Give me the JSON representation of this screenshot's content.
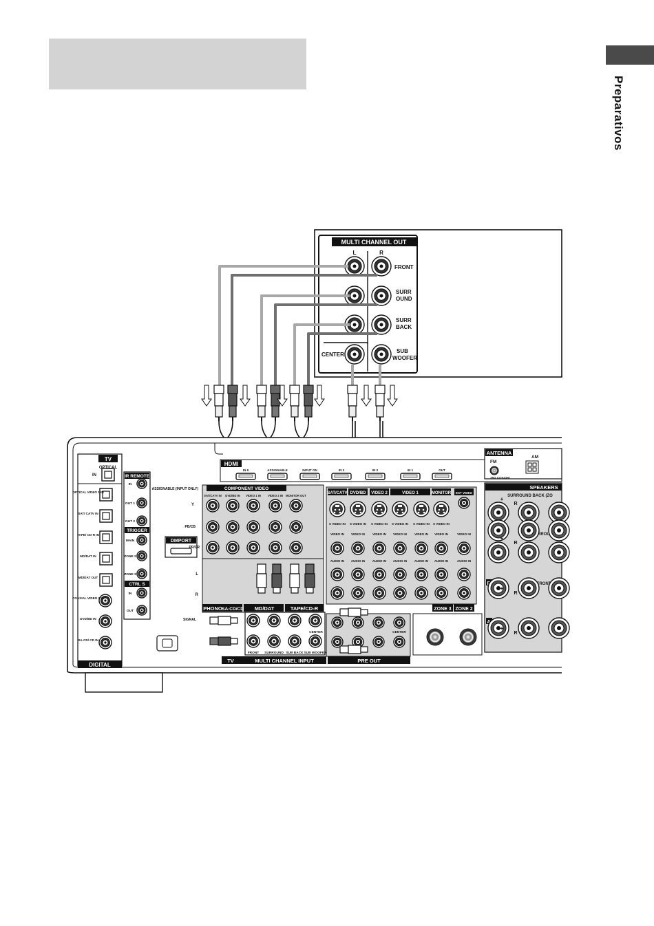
{
  "side_label": "Preparativos",
  "source": {
    "header": "MULTI CHANNEL OUT",
    "col_left": "L",
    "col_right": "R",
    "rows": [
      "FRONT",
      "SURR\nOUND",
      "SURR\nBACK"
    ],
    "center": "CENTER",
    "sub": "SUB\nWOOFER"
  },
  "receiver": {
    "tv_box": "TV",
    "optical": "OPTICAL",
    "in": "IN",
    "digital_inputs": [
      "OPTICAL VIDEO 1 IN",
      "SAT/ CATV IN",
      "TAPE/ CD-R IN",
      "MD/DAT IN",
      "MD/DAT OUT",
      "COAXIAL VIDEO 2 IN",
      "DVD/BD IN",
      "SA-CD/ CD IN"
    ],
    "assignable_note": "ASSIGNABLE (INPUT ONLY)",
    "digital": "DIGITAL",
    "ir_remote": "IR REMOTE",
    "ir_ports": [
      "IN",
      "OUT 1",
      "OUT 2"
    ],
    "trigger": "TRIGGER",
    "trigger_ports": [
      "MAIN",
      "ZONE 2",
      "ZONE 3"
    ],
    "trigger_out": "OUT",
    "ctrl_s": "CTRL S",
    "ctrl_ports": [
      "IN",
      "OUT"
    ],
    "hdmi": "HDMI",
    "hdmi_inputs": [
      "IN 6",
      "ASSIGNABLE",
      "INPUT ON",
      "IN 3",
      "IN 2",
      "IN 1",
      "OUT"
    ],
    "dmport": "DMPORT",
    "component_video": "COMPONENT VIDEO",
    "component_cols": [
      "SAT/CATV IN",
      "DVD/BD IN",
      "VIDEO 1 IN",
      "VIDEO 2 IN",
      "MONITOR OUT"
    ],
    "component_rows": [
      "Y",
      "PB/CB",
      "PR/CR"
    ],
    "audio_sections": [
      "PHONO",
      "SA-CD/CD",
      "MD/DAT",
      "TAPE/CD-R"
    ],
    "audio_lr": [
      "L",
      "R"
    ],
    "in_out": [
      "IN",
      "OUT"
    ],
    "video_sections": [
      "SAT/CATV",
      "DVD/BD",
      "VIDEO 2",
      "VIDEO 1",
      "MONITOR",
      "EXT VIDEO"
    ],
    "video_rows": [
      "S VIDEO IN",
      "VIDEO IN",
      "AUDIO IN"
    ],
    "zones": [
      "ZONE 3",
      "ZONE 2"
    ],
    "multi_channel_input": "MULTI CHANNEL INPUT",
    "mci_cols": [
      "FRONT",
      "SURROUND",
      "SUB BACK",
      "SUB WOOFER"
    ],
    "center": "CENTER",
    "pre_out": "PRE OUT",
    "tv_bottom": "TV",
    "antenna": "ANTENNA",
    "am": "AM",
    "fm": "FM",
    "fm_coax": "75Ω COAXIAL",
    "speakers": "SPEAKERS",
    "speaker_groups": [
      "SURROUND BACK (ZO",
      "SURROUND",
      "FRONT"
    ],
    "speaker_ab": [
      "B",
      "A"
    ],
    "plus": "+",
    "minus": "–",
    "r": "R",
    "signal": "SIGNAL",
    "ext_video": "EXT VIDEO"
  },
  "colors": {
    "cable_light": "#a8a8a8",
    "cable_dark": "#6e6e6e",
    "panel": "#d6d6d6",
    "label_bg": "#111111"
  }
}
